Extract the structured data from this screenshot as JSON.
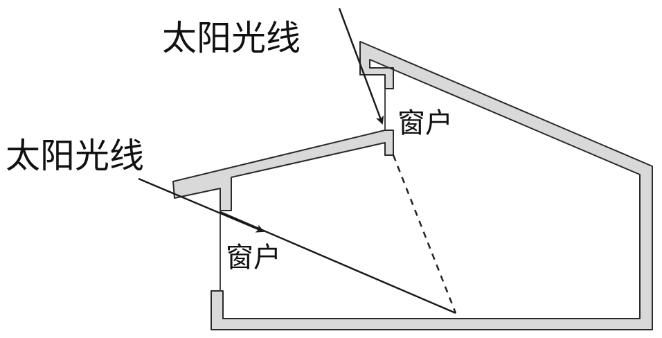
{
  "labels": {
    "sunlight_upper": "太阳光线",
    "sunlight_lower": "太阳光线",
    "window_upper": "窗户",
    "window_lower": "窗户"
  },
  "colors": {
    "wall_fill": "#d9d9d9",
    "wall_outline": "#2a2a2a",
    "ray": "#1a1a1a",
    "dashed": "#222222"
  }
}
